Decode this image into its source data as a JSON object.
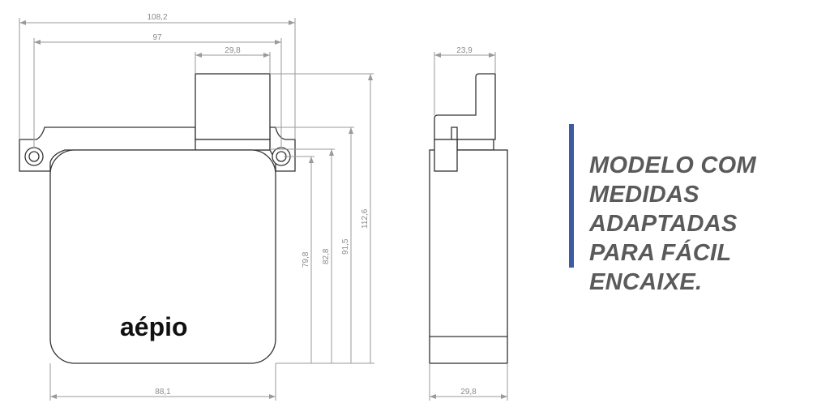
{
  "front_view": {
    "dims": {
      "overall_width": "108,2",
      "hole_spacing": "97",
      "connector_width": "29,8",
      "body_width": "88,1",
      "body_height": "79,8",
      "height_to_hole": "82,8",
      "height_to_flange": "91,5",
      "overall_height": "112,6"
    },
    "logo": "aépio"
  },
  "side_view": {
    "dims": {
      "top_depth": "23,9",
      "body_depth": "29,8"
    }
  },
  "tagline": {
    "lines": [
      "MODELO COM",
      "MEDIDAS ADAPTADAS",
      "PARA FÁCIL ENCAIXE."
    ]
  },
  "colors": {
    "accent_bar": "#3b5ba5",
    "tagline_text": "#5a5a5a"
  }
}
